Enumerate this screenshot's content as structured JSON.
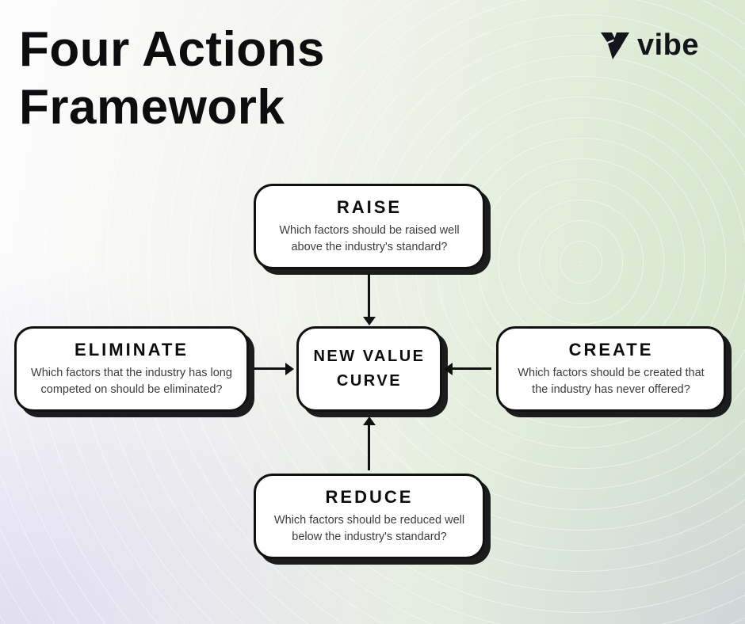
{
  "header": {
    "title_line1": "Four Actions",
    "title_line2": "Framework",
    "brand": "vibe"
  },
  "diagram": {
    "center": {
      "title": "NEW VALUE CURVE"
    },
    "nodes": {
      "raise": {
        "title": "RAISE",
        "desc": "Which factors should be raised well above the industry's standard?"
      },
      "eliminate": {
        "title": "ELIMINATE",
        "desc": "Which factors that the industry has long competed on should be eliminated?"
      },
      "create": {
        "title": "CREATE",
        "desc": "Which factors should be created that the industry has never offered?"
      },
      "reduce": {
        "title": "REDUCE",
        "desc": "Which factors should be reduced well below the industry's standard?"
      }
    }
  },
  "colors": {
    "ink": "#111111",
    "box_fill": "#ffffff",
    "shadow": "#1c1c1e",
    "bg_green": "#d4e4ca",
    "bg_lavender": "#cdc7e9"
  }
}
